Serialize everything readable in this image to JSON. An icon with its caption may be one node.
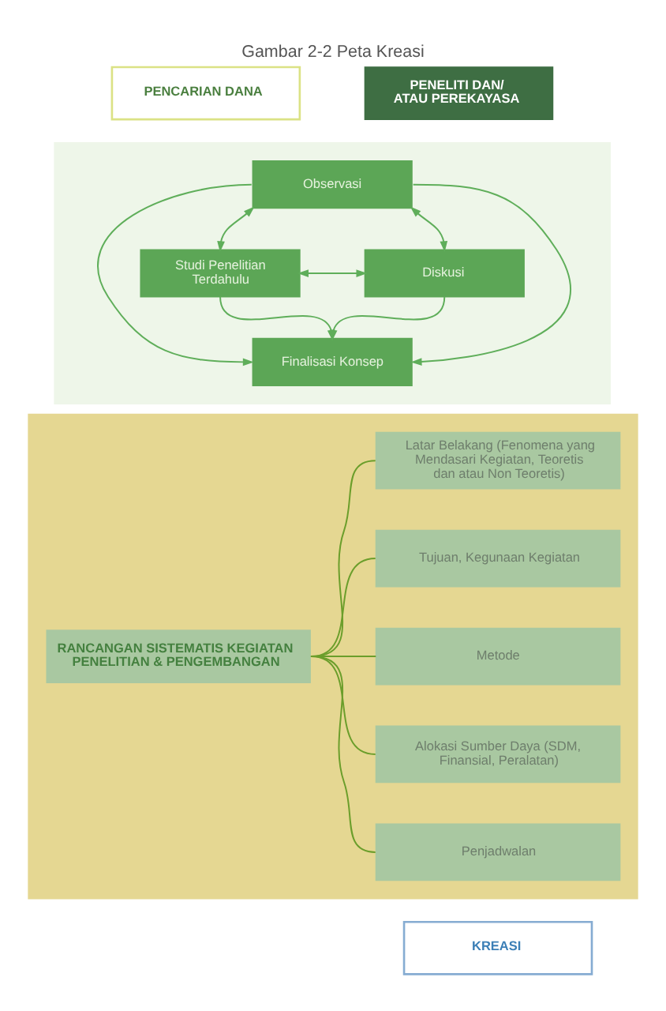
{
  "diagram": {
    "title": "Gambar 2-2 Peta Kreasi",
    "nodes": [
      {
        "text": [
          "PENCARIAN DANA"
        ]
      },
      {
        "text": [
          "PENELITI DAN/ ATAU PEREKAYASA"
        ]
      },
      {
        "text": [],
        "shape": "box"
      },
      {
        "text": [
          "Observasi"
        ],
        "in": 2
      },
      {
        "text": [
          "Studi Penelitian Terdahulu"
        ],
        "in": 2
      },
      {
        "text": [
          "Diskusi"
        ],
        "in": 2
      },
      {
        "text": [
          "Finalisasi Konsep"
        ],
        "in": 2
      },
      {
        "text": [],
        "shape": "box"
      },
      {
        "text": [
          "RANCANGAN SISTEMATIS KEGIATAN PENELITIAN & PENGEMBANGAN"
        ],
        "in": 7
      },
      {
        "text": [
          "Latar Belakang (Fenomena yang Mendasari Kegiatan, Teoretis dan atau Non Teoretis)"
        ],
        "in": 7
      },
      {
        "text": [
          "Tujuan, Kegunaan Kegiatan"
        ],
        "in": 7
      },
      {
        "text": [
          "Metode"
        ],
        "in": 7
      },
      {
        "text": [
          "Alokasi Sumber Daya (SDM, Finansial, Peralatan)"
        ],
        "in": 7
      },
      {
        "text": [
          "Penjadwalan"
        ],
        "in": 7
      },
      {
        "text": [
          "KREASI"
        ]
      }
    ],
    "edges": [
      {
        "from": 3,
        "to": 4,
        "arrow": "both"
      },
      {
        "from": 3,
        "to": 5,
        "arrow": "both"
      },
      {
        "from": 4,
        "to": 5,
        "arrow": "both"
      },
      {
        "from": 4,
        "to": 6,
        "arrow": "to"
      },
      {
        "from": 5,
        "to": 6,
        "arrow": "to"
      },
      {
        "from": 3,
        "to": 6,
        "arrow": "to"
      },
      {
        "from": 3,
        "to": 6,
        "arrow": "to"
      },
      {
        "from": 8,
        "to": 9,
        "arrow": "none",
        "color": "#6b9e2b"
      },
      {
        "from": 8,
        "to": 10,
        "arrow": "none",
        "color": "#6b9e2b"
      },
      {
        "from": 8,
        "to": 11,
        "arrow": "none",
        "color": "#6b9e2b"
      },
      {
        "from": 8,
        "to": 12,
        "arrow": "none",
        "color": "#6b9e2b"
      },
      {
        "from": 8,
        "to": 13,
        "arrow": "none",
        "color": "#6b9e2b"
      }
    ]
  }
}
